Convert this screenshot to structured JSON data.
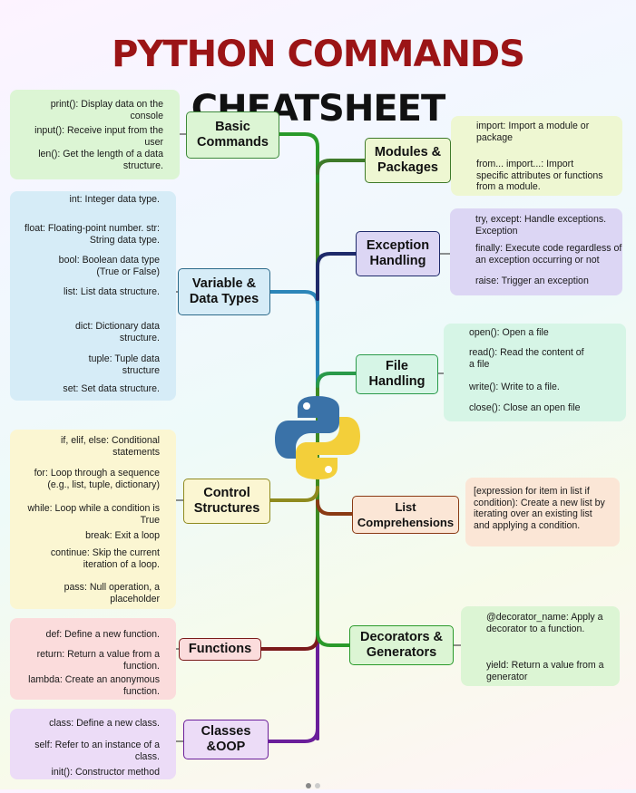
{
  "title": {
    "part1": "PYTHON COMMANDS",
    "part2": "CHEATSHEET"
  },
  "nodes": {
    "basic": {
      "label": "Basic\nCommands",
      "items": [
        "print(): Display data on the console",
        "input(): Receive input from the user",
        "len(): Get the length of a data structure."
      ]
    },
    "variables": {
      "label": "Variable &\nData Types",
      "items": [
        "int: Integer data type.",
        "float: Floating-point number. str: String data type.",
        "bool: Boolean data type (True or False)",
        "list: List data structure.",
        "dict: Dictionary data structure.",
        "tuple: Tuple data structure",
        "set: Set data structure."
      ]
    },
    "control": {
      "label": "Control\nStructures",
      "items": [
        "if, elif, else: Conditional statements",
        "for: Loop through a sequence (e.g., list, tuple, dictionary)",
        "while: Loop while a condition is True",
        "break: Exit a loop",
        "continue: Skip the current iteration of a loop.",
        "pass: Null operation, a placeholder"
      ]
    },
    "functions": {
      "label": "Functions",
      "items": [
        "def: Define a new function.",
        "return: Return a value from a function.",
        "lambda: Create an anonymous function."
      ]
    },
    "classes": {
      "label": "Classes\n&OOP",
      "items": [
        "class: Define a new class.",
        "self: Refer to an instance of a class.",
        "init(): Constructor method"
      ]
    },
    "modules": {
      "label": "Modules &\nPackages",
      "items": [
        "import: Import a module or package",
        "from... import...: Import specific attributes or functions from a module."
      ]
    },
    "exceptions": {
      "label": "Exception\nHandling",
      "items": [
        "try, except: Handle exceptions. Exception",
        "finally: Execute code regardless of an exception occurring or not",
        "raise: Trigger an exception"
      ]
    },
    "files": {
      "label": "File\nHandling",
      "items": [
        "open(): Open a file",
        "read(): Read the content of a file",
        "write(): Write to a file.",
        "close(): Close an open file"
      ]
    },
    "listcomp": {
      "label": "List\nComprehensions",
      "items": [
        "[expression for item in list if condition): Create a new list by iterating over an existing list and applying a condition."
      ]
    },
    "decorators": {
      "label": "Decorators &\nGenerators",
      "items": [
        "@decorator_name: Apply a decorator to a function.",
        "yield: Return a value from a generator"
      ]
    }
  },
  "colors": {
    "title_red": "#9b1416",
    "green_panel": "#dcf5d4",
    "blue_panel": "#d6ecf7",
    "yellow_panel": "#fbf6d2",
    "pink_panel": "#fbdcdc",
    "purple_panel": "#ecdcf7",
    "lavender_panel": "#dcd6f4",
    "peach_panel": "#fbe6d6",
    "mint_panel": "#d6f5e6",
    "lime_panel": "#eef7d2"
  },
  "icons": {
    "center": "python-logo-icon"
  }
}
